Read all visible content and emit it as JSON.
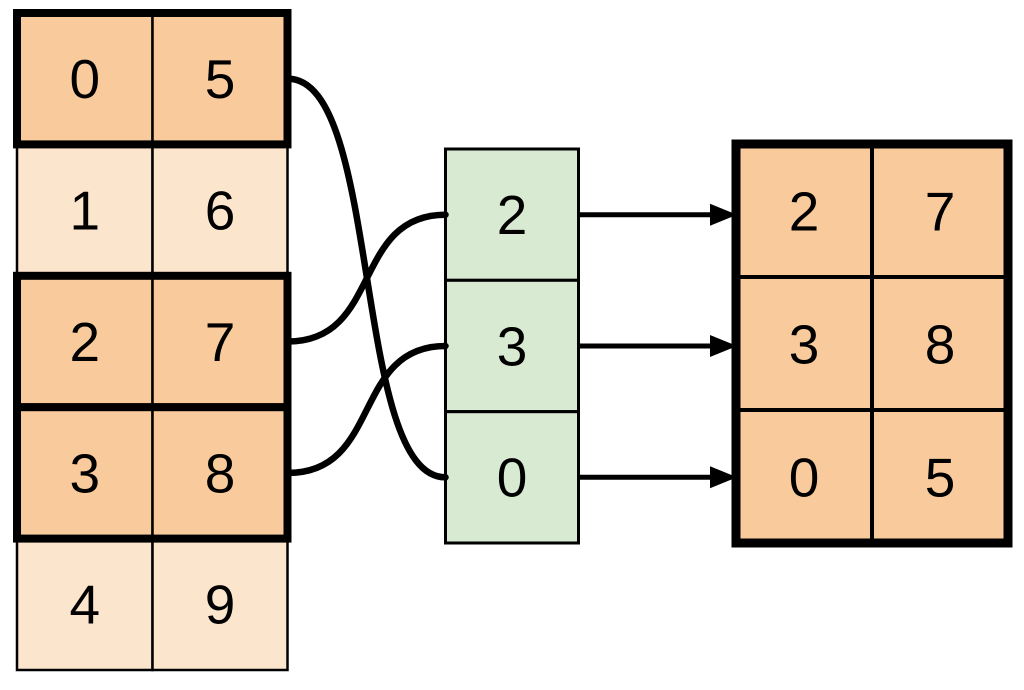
{
  "diagram_type": "index-gather-diagram",
  "colors": {
    "highlighted_cell_fill": "#f9cb9c",
    "normal_cell_fill": "#fce5cd",
    "index_cell_fill": "#d9ead3",
    "line_color": "#000000",
    "background": "#ffffff"
  },
  "source_table": {
    "rows": [
      {
        "cells": [
          "0",
          "5"
        ],
        "highlighted": true
      },
      {
        "cells": [
          "1",
          "6"
        ],
        "highlighted": false
      },
      {
        "cells": [
          "2",
          "7"
        ],
        "highlighted": true
      },
      {
        "cells": [
          "3",
          "8"
        ],
        "highlighted": true
      },
      {
        "cells": [
          "4",
          "9"
        ],
        "highlighted": false
      }
    ]
  },
  "index_column": {
    "cells": [
      "2",
      "3",
      "0"
    ]
  },
  "result_table": {
    "rows": [
      {
        "cells": [
          "2",
          "7"
        ]
      },
      {
        "cells": [
          "3",
          "8"
        ]
      },
      {
        "cells": [
          "0",
          "5"
        ]
      }
    ]
  },
  "connections": {
    "curves": [
      {
        "from_source_row": 0,
        "to_index_cell": 2
      },
      {
        "from_source_row": 2,
        "to_index_cell": 0
      },
      {
        "from_source_row": 3,
        "to_index_cell": 1
      }
    ],
    "arrows": [
      {
        "from_index_cell": 0,
        "to_result_row": 0
      },
      {
        "from_index_cell": 1,
        "to_result_row": 1
      },
      {
        "from_index_cell": 2,
        "to_result_row": 2
      }
    ]
  }
}
